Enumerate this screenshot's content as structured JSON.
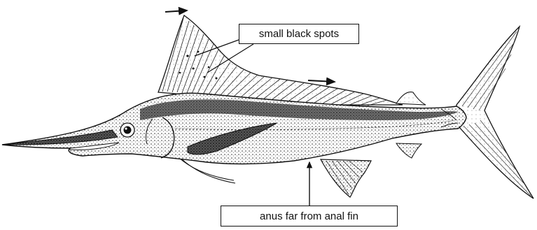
{
  "diagram": {
    "subject": "marlin",
    "labels": {
      "spots": "small black spots",
      "anus": "anus far from anal fin"
    }
  }
}
